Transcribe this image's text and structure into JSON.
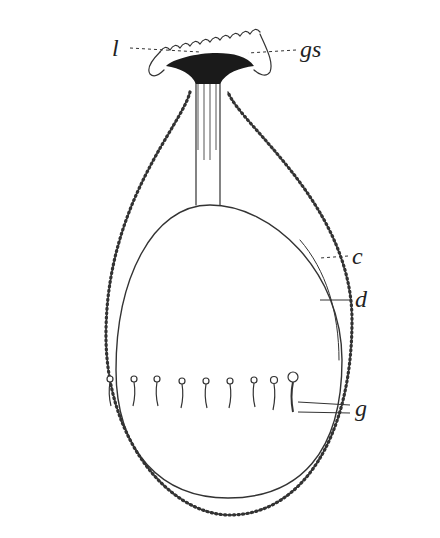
{
  "diagram": {
    "labels": [
      "l",
      "gs",
      "c",
      "d",
      "g"
    ]
  }
}
